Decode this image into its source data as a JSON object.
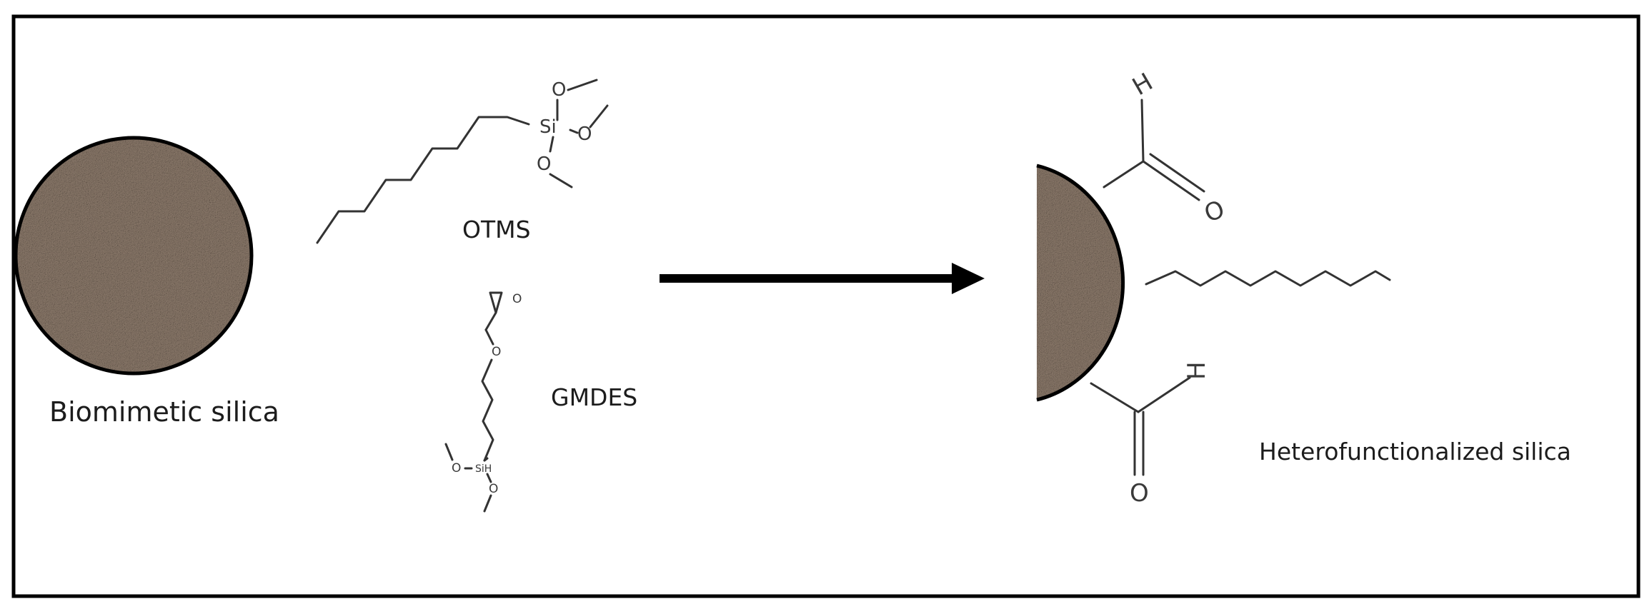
{
  "labels": {
    "biomimetic_silica": "Biomimetic silica",
    "otms": "OTMS",
    "gmdes": "GMDES",
    "heterofunctionalized_silica": "Heterofunctionalized silica"
  },
  "otms_atoms": {
    "si": "Si",
    "o_top": "O",
    "o_right": "O",
    "o_bottom": "O"
  },
  "gmdes_atoms": {
    "epoxide_o": "O",
    "ether_o": "O",
    "si": "SiH",
    "o_left": "O",
    "o_bottom": "O"
  },
  "product_atoms": {
    "aldehyde_top_h": "H",
    "aldehyde_top_o": "O",
    "aldehyde_bottom_h": "H",
    "aldehyde_bottom_o": "O"
  },
  "colors": {
    "frame": "#000000",
    "arrow": "#000000",
    "particle_base": "#8d7b6c",
    "particle_light": "#c9bfb3",
    "particle_dark": "#4c4038",
    "particle_outline": "#000000",
    "bond": "#333333"
  }
}
